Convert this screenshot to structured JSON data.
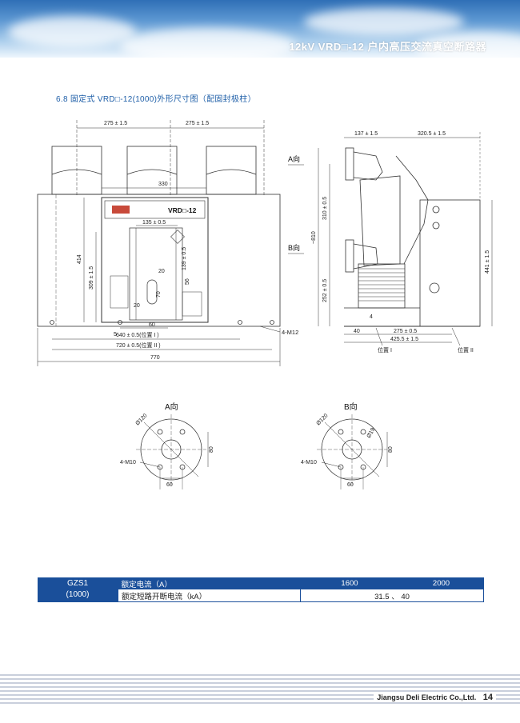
{
  "header": {
    "title": "12kV VRD□-12 户内高压交流真空断路器"
  },
  "section": {
    "title": "6.8 固定式 VRD□-12(1000)外形尺寸图（配固封极柱）"
  },
  "front_view": {
    "dims": {
      "top1": "275 ± 1.5",
      "top2": "275 ± 1.5",
      "w330": "330",
      "d135": "135 ± 0.5",
      "d139": "139 ± 0.5",
      "d414": "414",
      "d309": "309 ± 1.5",
      "d20a": "20",
      "d20b": "20",
      "d56": "56",
      "d70": "70",
      "d60": "60",
      "d5": "5",
      "pos1": "640 ± 0.5(位置 I )",
      "pos2": "720 ± 0.5(位置 II )",
      "d770": "770",
      "m12": "4-M12"
    },
    "panel_label": "VRD□-12"
  },
  "side_view": {
    "dims": {
      "d137": "137 ± 1.5",
      "d3205": "320.5 ± 1.5",
      "d310": "310 ± 0.5",
      "d810": "~810",
      "d252": "252 ± 0.5",
      "d441": "441 ± 1.5",
      "d40": "40",
      "d4": "4",
      "d275": "275 ± 0.5",
      "d4255": "425.5 ± 1.5",
      "pos1": "位置 I",
      "pos2": "位置 II"
    },
    "label_a": "A向",
    "label_b": "B向"
  },
  "detail_a": {
    "title": "A向",
    "dia": "Ø120",
    "holes": "4-M10",
    "h80": "80",
    "w60": "60"
  },
  "detail_b": {
    "title": "B向",
    "dia": "Ø120",
    "dia2": "Ø19",
    "holes": "4-M10",
    "h80": "80",
    "w60": "60"
  },
  "spec_table": {
    "model_line1": "GZS1",
    "model_line2": "(1000)",
    "row1_label": "额定电流（A）",
    "row1_val1": "1600",
    "row1_val2": "2000",
    "row2_label": "额定短路开断电流（kA）",
    "row2_val": "31.5 、 40"
  },
  "footer": {
    "company": "Jiangsu Deli Electric Co.,Ltd.",
    "page": "14"
  }
}
